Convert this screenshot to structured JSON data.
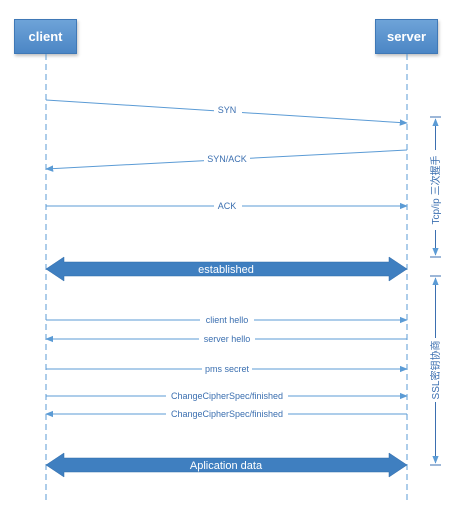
{
  "participants": {
    "client": "client",
    "server": "server"
  },
  "messages": [
    {
      "id": "syn",
      "label": "SYN",
      "direction": "right"
    },
    {
      "id": "syn-ack",
      "label": "SYN/ACK",
      "direction": "left"
    },
    {
      "id": "ack",
      "label": "ACK",
      "direction": "right"
    },
    {
      "id": "client-hello",
      "label": "client hello",
      "direction": "right"
    },
    {
      "id": "server-hello",
      "label": "server hello",
      "direction": "left"
    },
    {
      "id": "pms-secret",
      "label": "pms secret",
      "direction": "right"
    },
    {
      "id": "ccs-client",
      "label": "ChangeCipherSpec/finished",
      "direction": "right"
    },
    {
      "id": "ccs-server",
      "label": "ChangeCipherSpec/finished",
      "direction": "left"
    }
  ],
  "bars": {
    "established": "established",
    "app_data": "Aplication data"
  },
  "phases": {
    "tcp": "Tcp/ip 三次握手",
    "ssl": "SSL密钥协商"
  },
  "colors": {
    "line": "#5b9bd5",
    "bar": "#3f7fc0",
    "label": "#3b6fb0"
  }
}
